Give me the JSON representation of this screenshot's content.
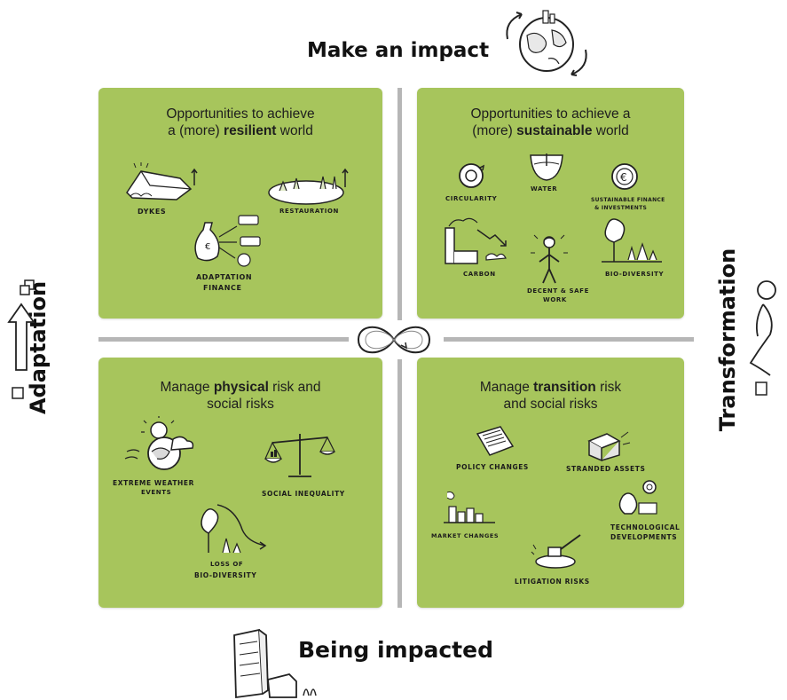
{
  "axes": {
    "top": "Make an impact",
    "bottom": "Being impacted",
    "left": "Adaptation",
    "right": "Transformation"
  },
  "quadrants": {
    "top_left": {
      "title_pre": "Opportunities to achieve",
      "title_mid": "a (more) ",
      "title_bold": "resilient",
      "title_post": " world",
      "items": [
        "Dykes",
        "Restauration",
        "Adaptation",
        "Finance"
      ]
    },
    "top_right": {
      "title_pre": "Opportunities to achieve a",
      "title_mid": "(more) ",
      "title_bold": "sustainable",
      "title_post": " world",
      "items": [
        "Circularity",
        "Water",
        "Sustainable Finance",
        "& Investments",
        "Carbon",
        "Decent & Safe",
        "Work",
        "Bio-Diversity"
      ]
    },
    "bottom_left": {
      "title_pre": "Manage ",
      "title_bold": "physical",
      "title_post": " risk and",
      "title_line2": "social risks",
      "items": [
        "Extreme Weather",
        "events",
        "Social Inequality",
        "Loss of",
        "Bio-Diversity"
      ]
    },
    "bottom_right": {
      "title_pre": "Manage ",
      "title_bold": "transition",
      "title_post": " risk",
      "title_line2": "and social risks",
      "items": [
        "Policy Changes",
        "Stranded Assets",
        "Market Changes",
        "Technological",
        "Developments",
        "Litigation Risks"
      ]
    },
    "fill_color": "#a7c55c"
  },
  "center_icon": "infinity-loop-icon"
}
